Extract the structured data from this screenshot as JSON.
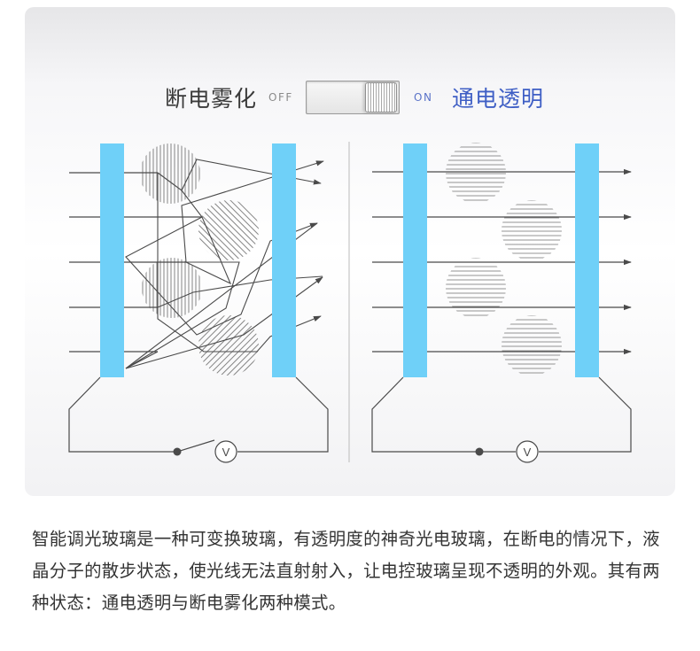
{
  "header": {
    "left_label": "断电雾化",
    "off_label": "OFF",
    "on_label": "ON",
    "right_label": "通电透明"
  },
  "meter_symbol": "V",
  "colors": {
    "glass": "#6fd0f8",
    "on_text": "#3f5fc5",
    "line": "#4a4a4a"
  },
  "caption": "智能调光玻璃是一种可变换玻璃，有透明度的神奇光电玻璃，在断电的情况下，液晶分子的散步状态，使光线无法直射射入，让电控玻璃呈现不透明的外观。其有两种状态：通电透明与断电雾化两种模式。"
}
